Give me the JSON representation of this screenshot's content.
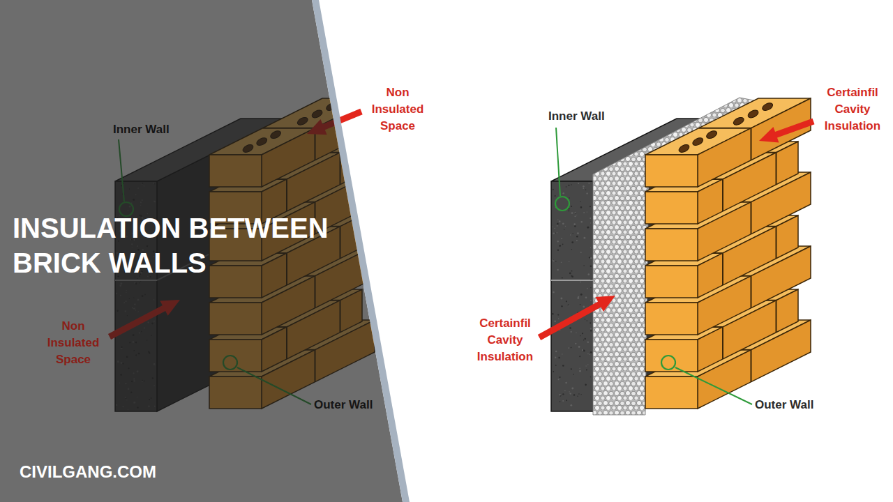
{
  "diagram": {
    "title": "INSULATION BETWEEN BRICK WALLS",
    "labels": [
      "Non Insulated Space",
      "Inner Wall",
      "Non Insulated Space",
      "Outer Wall",
      "Inner Wall",
      "Certainfil Cavity Insulation",
      "Certainfil Cavity Insulation",
      "Outer Wall",
      "CIVILGANG.COM"
    ]
  }
}
